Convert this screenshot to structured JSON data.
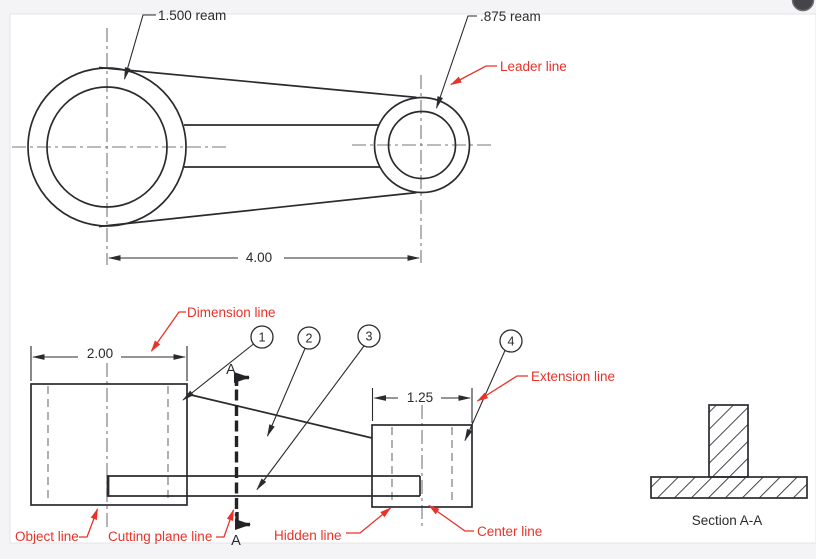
{
  "figure": {
    "type": "engineering-drawing",
    "subject": "connecting rod two-view drawing with alphabet-of-lines callouts"
  },
  "colors": {
    "object_line": "#2b2b2f",
    "thin_line": "#2b2b2f",
    "center_line": "#77777c",
    "hidden_line": "#7d7d82",
    "callout_red": "#e8322a",
    "panel": "#ffffff",
    "page_bg": "#f4f4f6"
  },
  "top_view": {
    "ream_large_label": "1.500 ream",
    "ream_small_label": ".875 ream",
    "leader_line_label": "Leader line",
    "length_dim": "4.00"
  },
  "front_view": {
    "width_dim": "2.00",
    "boss_dim": "1.25",
    "dimension_line_label": "Dimension line",
    "extension_line_label": "Extension line",
    "object_line_label": "Object line",
    "cutting_plane_line_label": "Cutting plane line",
    "hidden_line_label": "Hidden line",
    "center_line_label": "Center line",
    "section_marker_top": "A",
    "section_marker_bottom": "A",
    "balloons": [
      "1",
      "2",
      "3",
      "4"
    ]
  },
  "section_view": {
    "caption": "Section A-A"
  }
}
